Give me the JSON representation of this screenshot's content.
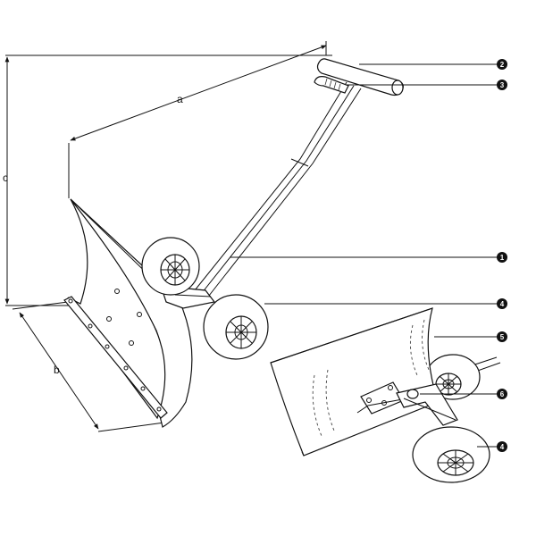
{
  "dimensions": {
    "a": "a",
    "b": "b",
    "c": "c"
  },
  "callouts": [
    {
      "id": "callout-2",
      "label": "2"
    },
    {
      "id": "callout-3",
      "label": "3"
    },
    {
      "id": "callout-1",
      "label": "1"
    },
    {
      "id": "callout-4-top",
      "label": "4"
    },
    {
      "id": "callout-5",
      "label": "5"
    },
    {
      "id": "callout-6",
      "label": "6"
    },
    {
      "id": "callout-4-bottom",
      "label": "4"
    }
  ]
}
